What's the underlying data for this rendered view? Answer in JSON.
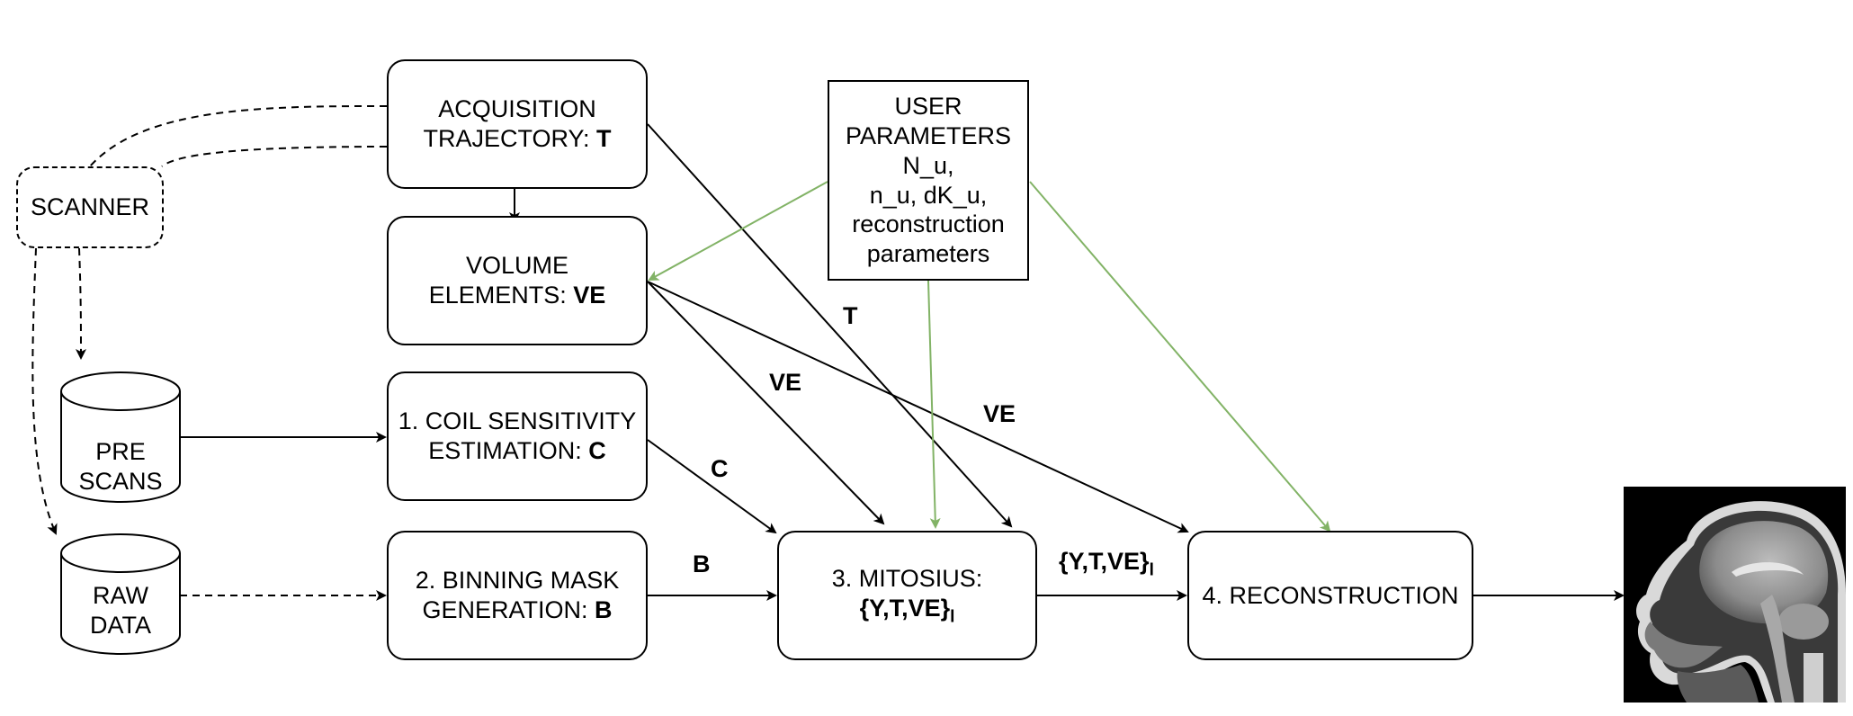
{
  "scanner": "SCANNER",
  "acquisition": {
    "line1": "ACQUISITION",
    "line2": "TRAJECTORY: ",
    "symbol": "T"
  },
  "volume": {
    "line1": "VOLUME",
    "line2": "ELEMENTS: ",
    "symbol": "VE"
  },
  "coil": {
    "line1": "1. COIL SENSITIVITY",
    "line2": "ESTIMATION: ",
    "symbol": "C"
  },
  "binning": {
    "line1": "2. BINNING MASK",
    "line2": "GENERATION: ",
    "symbol": "B"
  },
  "mitosius": {
    "line1": "3. MITOSIUS:",
    "set": "{Y,T,VE}",
    "sub": "l"
  },
  "reconstruction": "4. RECONSTRUCTION",
  "user_params": {
    "line1": "USER",
    "line2": "PARAMETERS",
    "line3": "N_u,",
    "line4": "n_u, dK_u,",
    "line5": "reconstruction",
    "line6": "parameters"
  },
  "prescans": {
    "line1": "PRE",
    "line2": "SCANS"
  },
  "rawdata": {
    "line1": "RAW",
    "line2": "DATA"
  },
  "edge_labels": {
    "t": "T",
    "ve1": "VE",
    "ve2": "VE",
    "c": "C",
    "b": "B",
    "set": "{Y,T,VE}",
    "set_sub": "l"
  },
  "colors": {
    "green": "#82b366",
    "black": "#000000"
  }
}
